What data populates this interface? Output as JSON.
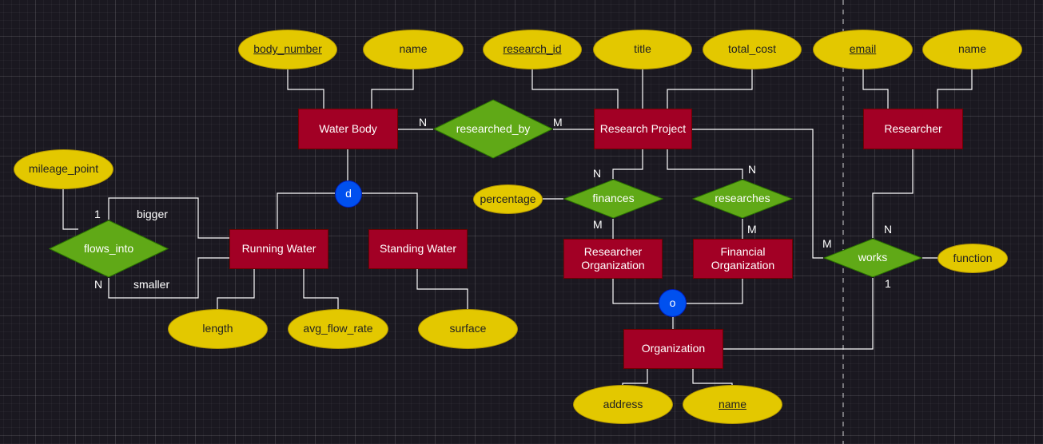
{
  "colors": {
    "entity_fill": "#a20025",
    "attribute_fill": "#e3c800",
    "relationship_fill": "#60a917",
    "specialization_fill": "#0050ef",
    "connector": "#ffffff",
    "canvas": "#1a1820"
  },
  "entities": {
    "water_body": "Water Body",
    "running_water": "Running Water",
    "standing_water": "Standing Water",
    "research_project": "Research Project",
    "researcher_organization": "Researcher\nOrganization",
    "financial_organization": "Financial\nOrganization",
    "organization": "Organization",
    "researcher": "Researcher"
  },
  "relationships": {
    "researched_by": "researched_by",
    "flows_into": "flows_into",
    "finances": "finances",
    "researches": "researches",
    "works": "works"
  },
  "attributes": {
    "body_number": "body_number",
    "water_body_name": "name",
    "research_id": "research_id",
    "title": "title",
    "total_cost": "total_cost",
    "email": "email",
    "researcher_name": "name",
    "mileage_point": "mileage_point",
    "percentage": "percentage",
    "function": "function",
    "length": "length",
    "avg_flow_rate": "avg_flow_rate",
    "surface": "surface",
    "address": "address",
    "organization_name": "name"
  },
  "specializations": {
    "water_body": "d",
    "organization": "o"
  },
  "labels": {
    "researched_by_water_body": "N",
    "researched_by_project": "M",
    "flows_into_bigger_card": "1",
    "flows_into_bigger_role": "bigger",
    "flows_into_smaller_card": "N",
    "flows_into_smaller_role": "smaller",
    "finances_project": "N",
    "finances_org": "M",
    "researches_project": "N",
    "researches_org": "M",
    "works_project": "M",
    "works_researcher": "N",
    "works_org": "1"
  }
}
